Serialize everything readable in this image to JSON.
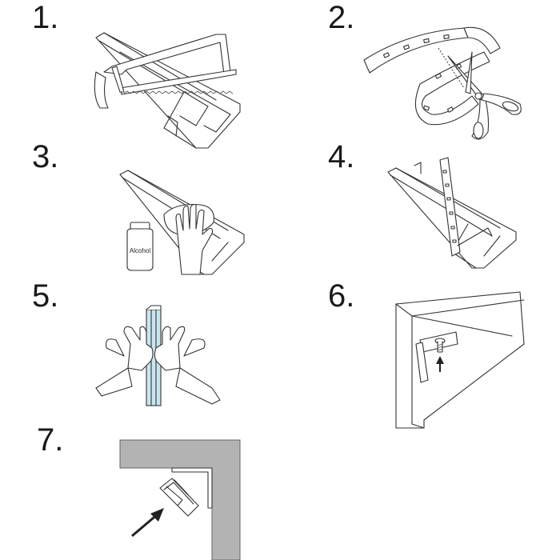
{
  "steps": [
    {
      "number": "1.",
      "illustration": "saw-cutting-profile"
    },
    {
      "number": "2.",
      "illustration": "scissors-cutting-led-strip"
    },
    {
      "number": "3.",
      "illustration": "cleaning-profile-with-alcohol"
    },
    {
      "number": "4.",
      "illustration": "inserting-led-strip"
    },
    {
      "number": "5.",
      "illustration": "pressing-diffuser-cover"
    },
    {
      "number": "6.",
      "illustration": "mounting-clip-screw"
    },
    {
      "number": "7.",
      "illustration": "corner-profile-installation"
    }
  ],
  "labels": {
    "alcohol_bottle": "Alcohol"
  },
  "colors": {
    "line": "#333333",
    "diffuser": "#c8e6ef",
    "wall_gray": "#b3b3b3"
  }
}
